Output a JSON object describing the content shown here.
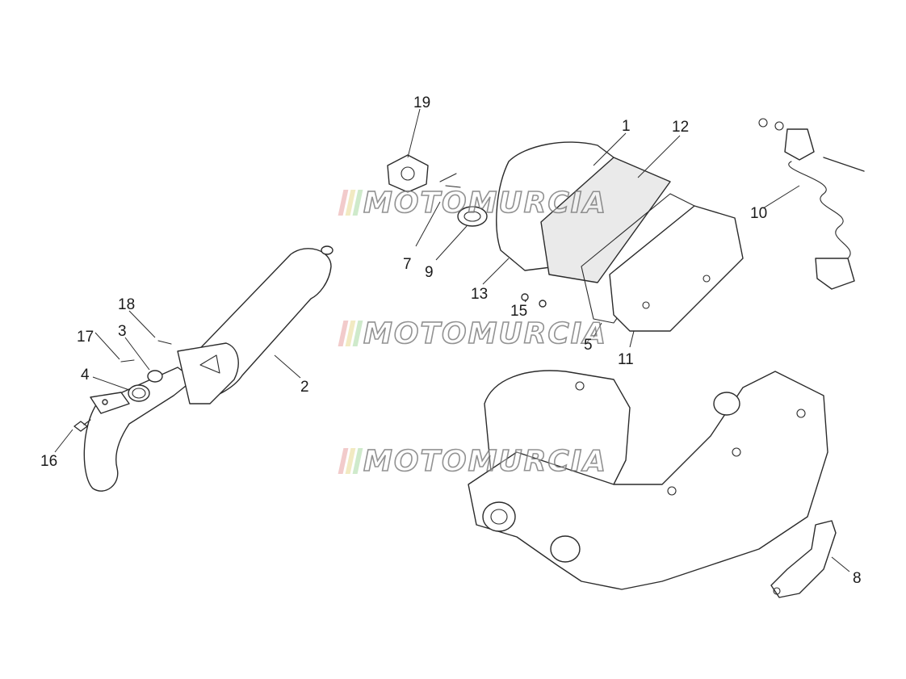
{
  "watermark": {
    "text": "MOTOMURCIA",
    "stripe_colors": [
      "#e8a0a0",
      "#e8d890",
      "#a8d8a0"
    ]
  },
  "callouts": [
    {
      "label": "1"
    },
    {
      "label": "2"
    },
    {
      "label": "3"
    },
    {
      "label": "4"
    },
    {
      "label": "5"
    },
    {
      "label": "7"
    },
    {
      "label": "8"
    },
    {
      "label": "9"
    },
    {
      "label": "10"
    },
    {
      "label": "11"
    },
    {
      "label": "12"
    },
    {
      "label": "13"
    },
    {
      "label": "15"
    },
    {
      "label": "16"
    },
    {
      "label": "17"
    },
    {
      "label": "18"
    },
    {
      "label": "19"
    }
  ]
}
